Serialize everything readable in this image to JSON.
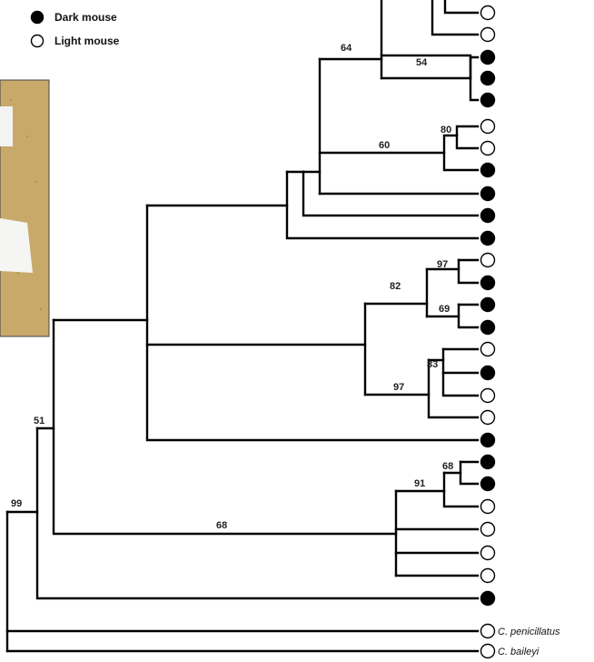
{
  "legend": {
    "dark_label": "Dark mouse",
    "light_label": "Light mouse"
  },
  "supports": [
    "64",
    "54",
    "80",
    "60",
    "97",
    "82",
    "69",
    "83",
    "97",
    "68",
    "91",
    "68",
    "51",
    "99"
  ],
  "outgroups": [
    "C. penicillatus",
    "C. baileyi"
  ],
  "tips": [
    "L",
    "L",
    "D",
    "D",
    "D",
    "L",
    "L",
    "D",
    "D",
    "D",
    "D",
    "L",
    "D",
    "D",
    "D",
    "L",
    "D",
    "L",
    "L",
    "D",
    "D",
    "D",
    "L",
    "L",
    "L",
    "L",
    "D",
    "L",
    "L"
  ],
  "colors": {
    "dark": "#000000",
    "light": "#ffffff",
    "photo": "#c9a96a"
  }
}
